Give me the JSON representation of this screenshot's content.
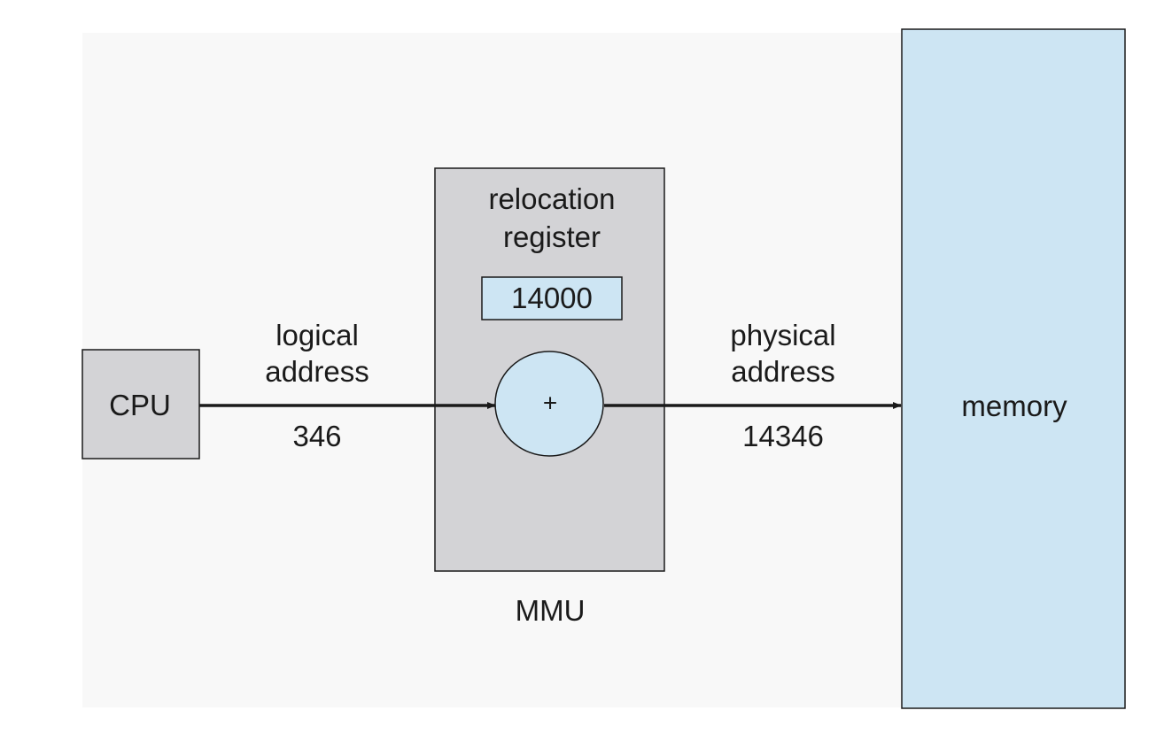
{
  "colors": {
    "page_background": "#ffffff",
    "panel_background": "#f8f8f8",
    "box_gray": "#d3d3d6",
    "box_blue": "#cde5f3",
    "stroke": "#1a1a1a"
  },
  "cpu": {
    "label": "CPU"
  },
  "mmu": {
    "caption": "MMU",
    "register_title_line1": "relocation",
    "register_title_line2": "register",
    "register_value": "14000",
    "adder_symbol": "+"
  },
  "logical": {
    "line1": "logical",
    "line2": "address",
    "value": "346"
  },
  "physical": {
    "line1": "physical",
    "line2": "address",
    "value": "14346"
  },
  "memory": {
    "label": "memory"
  }
}
